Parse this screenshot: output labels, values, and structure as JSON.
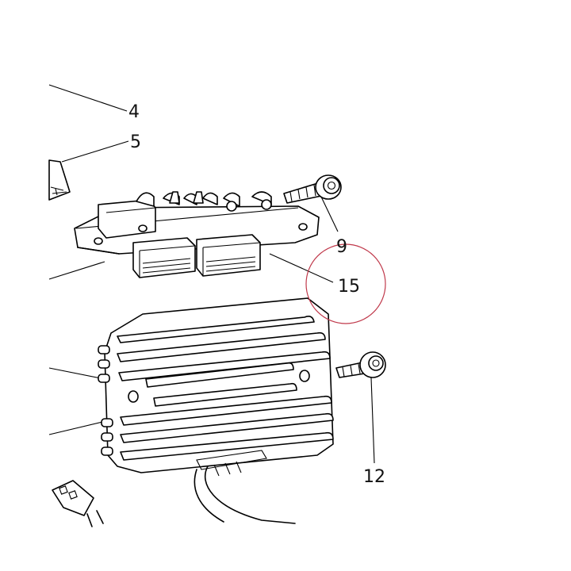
{
  "diagram": {
    "callouts": [
      {
        "id": "c4",
        "text": "4"
      },
      {
        "id": "c5",
        "text": "5"
      },
      {
        "id": "c9",
        "text": "9"
      },
      {
        "id": "c15",
        "text": "15"
      },
      {
        "id": "c12",
        "text": "12"
      }
    ],
    "highlight_color": "#c0394b"
  }
}
